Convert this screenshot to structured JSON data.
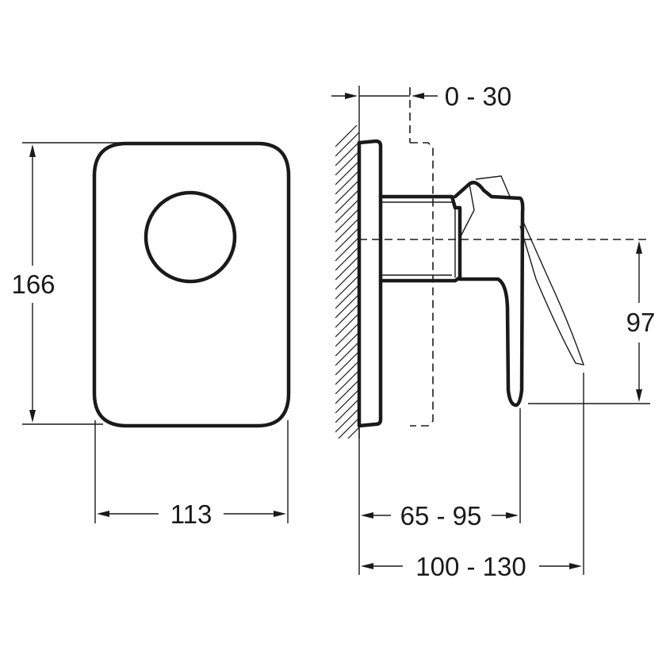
{
  "dimensions": {
    "height": "166",
    "width": "113",
    "wall_offset": "0 - 30",
    "axis_height": "97",
    "lever_projection": "65 - 95",
    "total_projection": "100 - 130"
  }
}
